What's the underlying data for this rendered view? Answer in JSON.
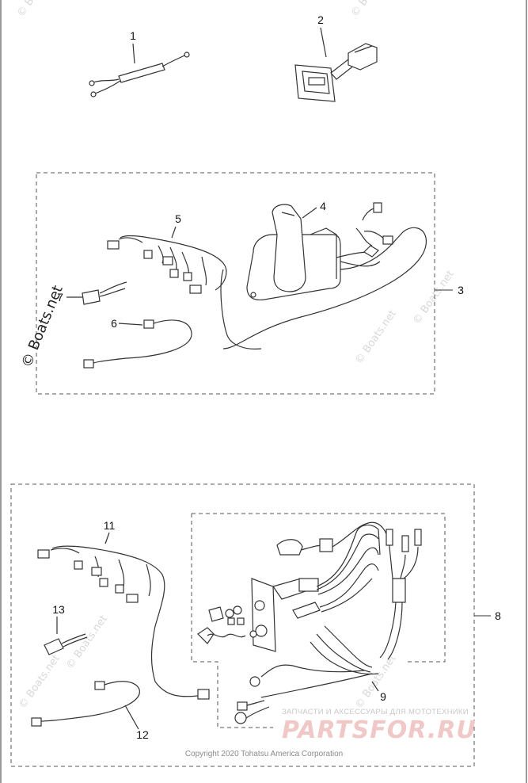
{
  "diagram": {
    "callouts": {
      "p1": "1",
      "p2": "2",
      "p3": "3",
      "p4": "4",
      "p5": "5",
      "p6": "6",
      "p7": "7",
      "p8": "8",
      "p9": "9",
      "p10": "11",
      "p11": "12",
      "p12": "13"
    },
    "watermark_side": "© Boats.net",
    "watermark_faint": "© Boats.net",
    "copyright": "Copyright 2020 Tohatsu America Corporation",
    "brand_tagline": "ЗАПЧАСТИ И АКСЕССУАРЫ ДЛЯ МОТОТЕХНИКИ",
    "brand_logo": "PARTSFOR.RU"
  },
  "colors": {
    "line": "#333333",
    "dashed_box": "#555555",
    "watermark": "#d4d4d4",
    "brand_logo": "#f1c8c8"
  }
}
